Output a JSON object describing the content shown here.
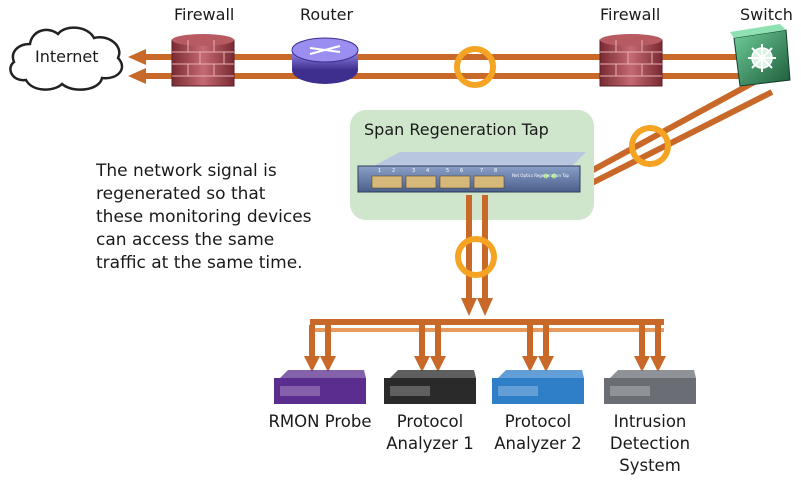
{
  "devices": {
    "internet": "Internet",
    "firewall_left": "Firewall",
    "router": "Router",
    "firewall_right": "Firewall",
    "switch": "Switch"
  },
  "tap": {
    "title": "Span Regeneration Tap",
    "port_numbers": [
      "1",
      "2",
      "3",
      "4",
      "5",
      "6",
      "7",
      "8"
    ],
    "brand_text": "Net Optics Regeneration Tap"
  },
  "description": "The network signal is\nregenerated so that\nthese monitoring devices\ncan access the same\ntraffic at the same time.",
  "monitors": [
    {
      "label": "RMON Probe",
      "color": "#5b2d8e"
    },
    {
      "label": "Protocol\nAnalyzer 1",
      "color": "#2a2a2a"
    },
    {
      "label": "Protocol\nAnalyzer 2",
      "color": "#2f7fc8"
    },
    {
      "label": "Intrusion\nDetection\nSystem",
      "color": "#6a6e74"
    }
  ],
  "colors": {
    "cable": "#c8692a",
    "cable_light": "#e89a5c",
    "ring": "#f4a322",
    "tap_box": "#cfe6cc",
    "firewall": "#a8424c",
    "router": "#6a5bbf",
    "switch": "#2f8a5a"
  }
}
